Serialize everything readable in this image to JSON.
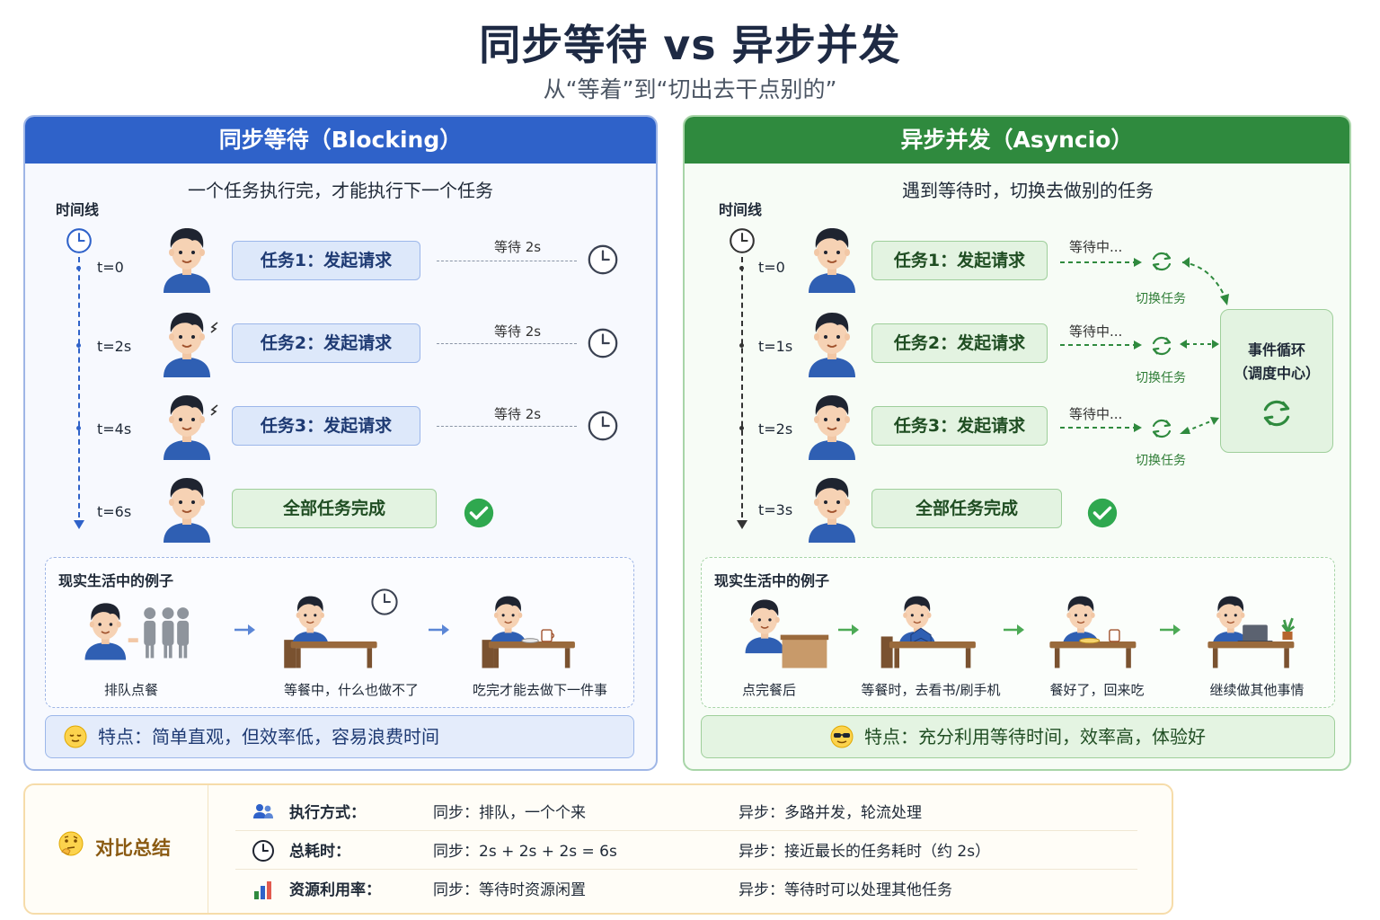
{
  "title": "同步等待 vs 异步并发",
  "subtitle": "从“等着”到“切出去干点别的”",
  "sync": {
    "header": "同步等待（Blocking）",
    "desc": "一个任务执行完，才能执行下一个任务",
    "timeline_label": "时间线",
    "times": [
      "t=0",
      "t=2s",
      "t=4s",
      "t=6s"
    ],
    "tasks": [
      "任务1：发起请求",
      "任务2：发起请求",
      "任务3：发起请求"
    ],
    "wait_label": "等待 2s",
    "done": "全部任务完成",
    "example_title": "现实生活中的例子",
    "examples": [
      "排队点餐",
      "等餐中，什么也做不了",
      "吃完才能去做下一件事"
    ],
    "feature": "特点：简单直观，但效率低，容易浪费时间"
  },
  "async": {
    "header": "异步并发（Asyncio）",
    "desc": "遇到等待时，切换去做别的任务",
    "timeline_label": "时间线",
    "times": [
      "t=0",
      "t=1s",
      "t=2s",
      "t=3s"
    ],
    "tasks": [
      "任务1：发起请求",
      "任务2：发起请求",
      "任务3：发起请求"
    ],
    "wait_label": "等待中...",
    "switch_label": "切换任务",
    "event_loop": [
      "事件循环",
      "（调度中心）"
    ],
    "done": "全部任务完成",
    "example_title": "现实生活中的例子",
    "examples": [
      "点完餐后",
      "等餐时，去看书/刷手机",
      "餐好了，回来吃",
      "继续做其他事情"
    ],
    "feature": "特点：充分利用等待时间，效率高，体验好"
  },
  "summary": {
    "title": "对比总结",
    "rows": [
      {
        "icon": "users-icon",
        "label": "执行方式：",
        "sync": "同步：排队，一个个来",
        "async": "异步：多路并发，轮流处理"
      },
      {
        "icon": "clock-icon",
        "label": "总耗时：",
        "sync": "同步：2s + 2s + 2s = 6s",
        "async": "异步：接近最长的任务耗时（约 2s）"
      },
      {
        "icon": "bar-chart-icon",
        "label": "资源利用率：",
        "sync": "同步：等待时资源闲置",
        "async": "异步：等待时可以处理其他任务"
      }
    ]
  },
  "colors": {
    "sync_accent": "#2f62c9",
    "async_accent": "#2f8a3e",
    "summary_border": "#f6dcaa"
  }
}
